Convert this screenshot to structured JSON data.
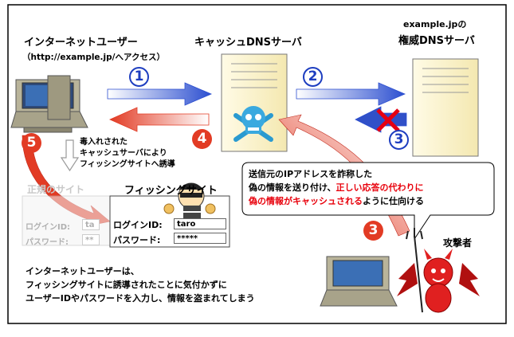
{
  "user": {
    "title": "インターネットユーザー",
    "subtitle": "（http://example.jp/へアクセス）"
  },
  "cache_server": {
    "title": "キャッシュDNSサーバ"
  },
  "auth_server": {
    "line1": "example.jpの",
    "line2": "権威DNSサーバ"
  },
  "steps": {
    "s1": "1",
    "s2": "2",
    "s3": "3",
    "s3b": "3",
    "s4": "4",
    "s5": "5"
  },
  "note_poison": {
    "line1": "毒入れされた",
    "line2": "キャッシュサーバにより",
    "line3": "フィッシングサイトへ誘導"
  },
  "legit_site": {
    "title": "正規のサイト",
    "login_label": "ログインID:",
    "password_label": "パスワード:",
    "login_value": "ta",
    "password_value": "**"
  },
  "phishing_site": {
    "title": "フィッシングサイト",
    "login_label": "ログインID:",
    "password_label": "パスワード:",
    "login_value": "taro",
    "password_value": "*****"
  },
  "attack_bubble": {
    "line1": "送信元のIPアドレスを詐称した",
    "line2": "偽の情報を送り付け、",
    "line2_red": "正しい応答の代わりに",
    "line3_red": "偽の情報がキャッシュされる",
    "line3_end": "ように仕向ける"
  },
  "attacker": {
    "label": "攻撃者"
  },
  "summary": {
    "line1": "インターネットユーザーは、",
    "line2": "フィッシングサイトに誘導されたことに気付かずに",
    "line3": "ユーザーIDやパスワードを入力し、情報を盗まれてしまう"
  },
  "colors": {
    "blue_arrow": "#2c4fd0",
    "red_arrow": "#e23b24",
    "server_fill": "#fdf6d2",
    "accent_red": "#e8000b"
  }
}
